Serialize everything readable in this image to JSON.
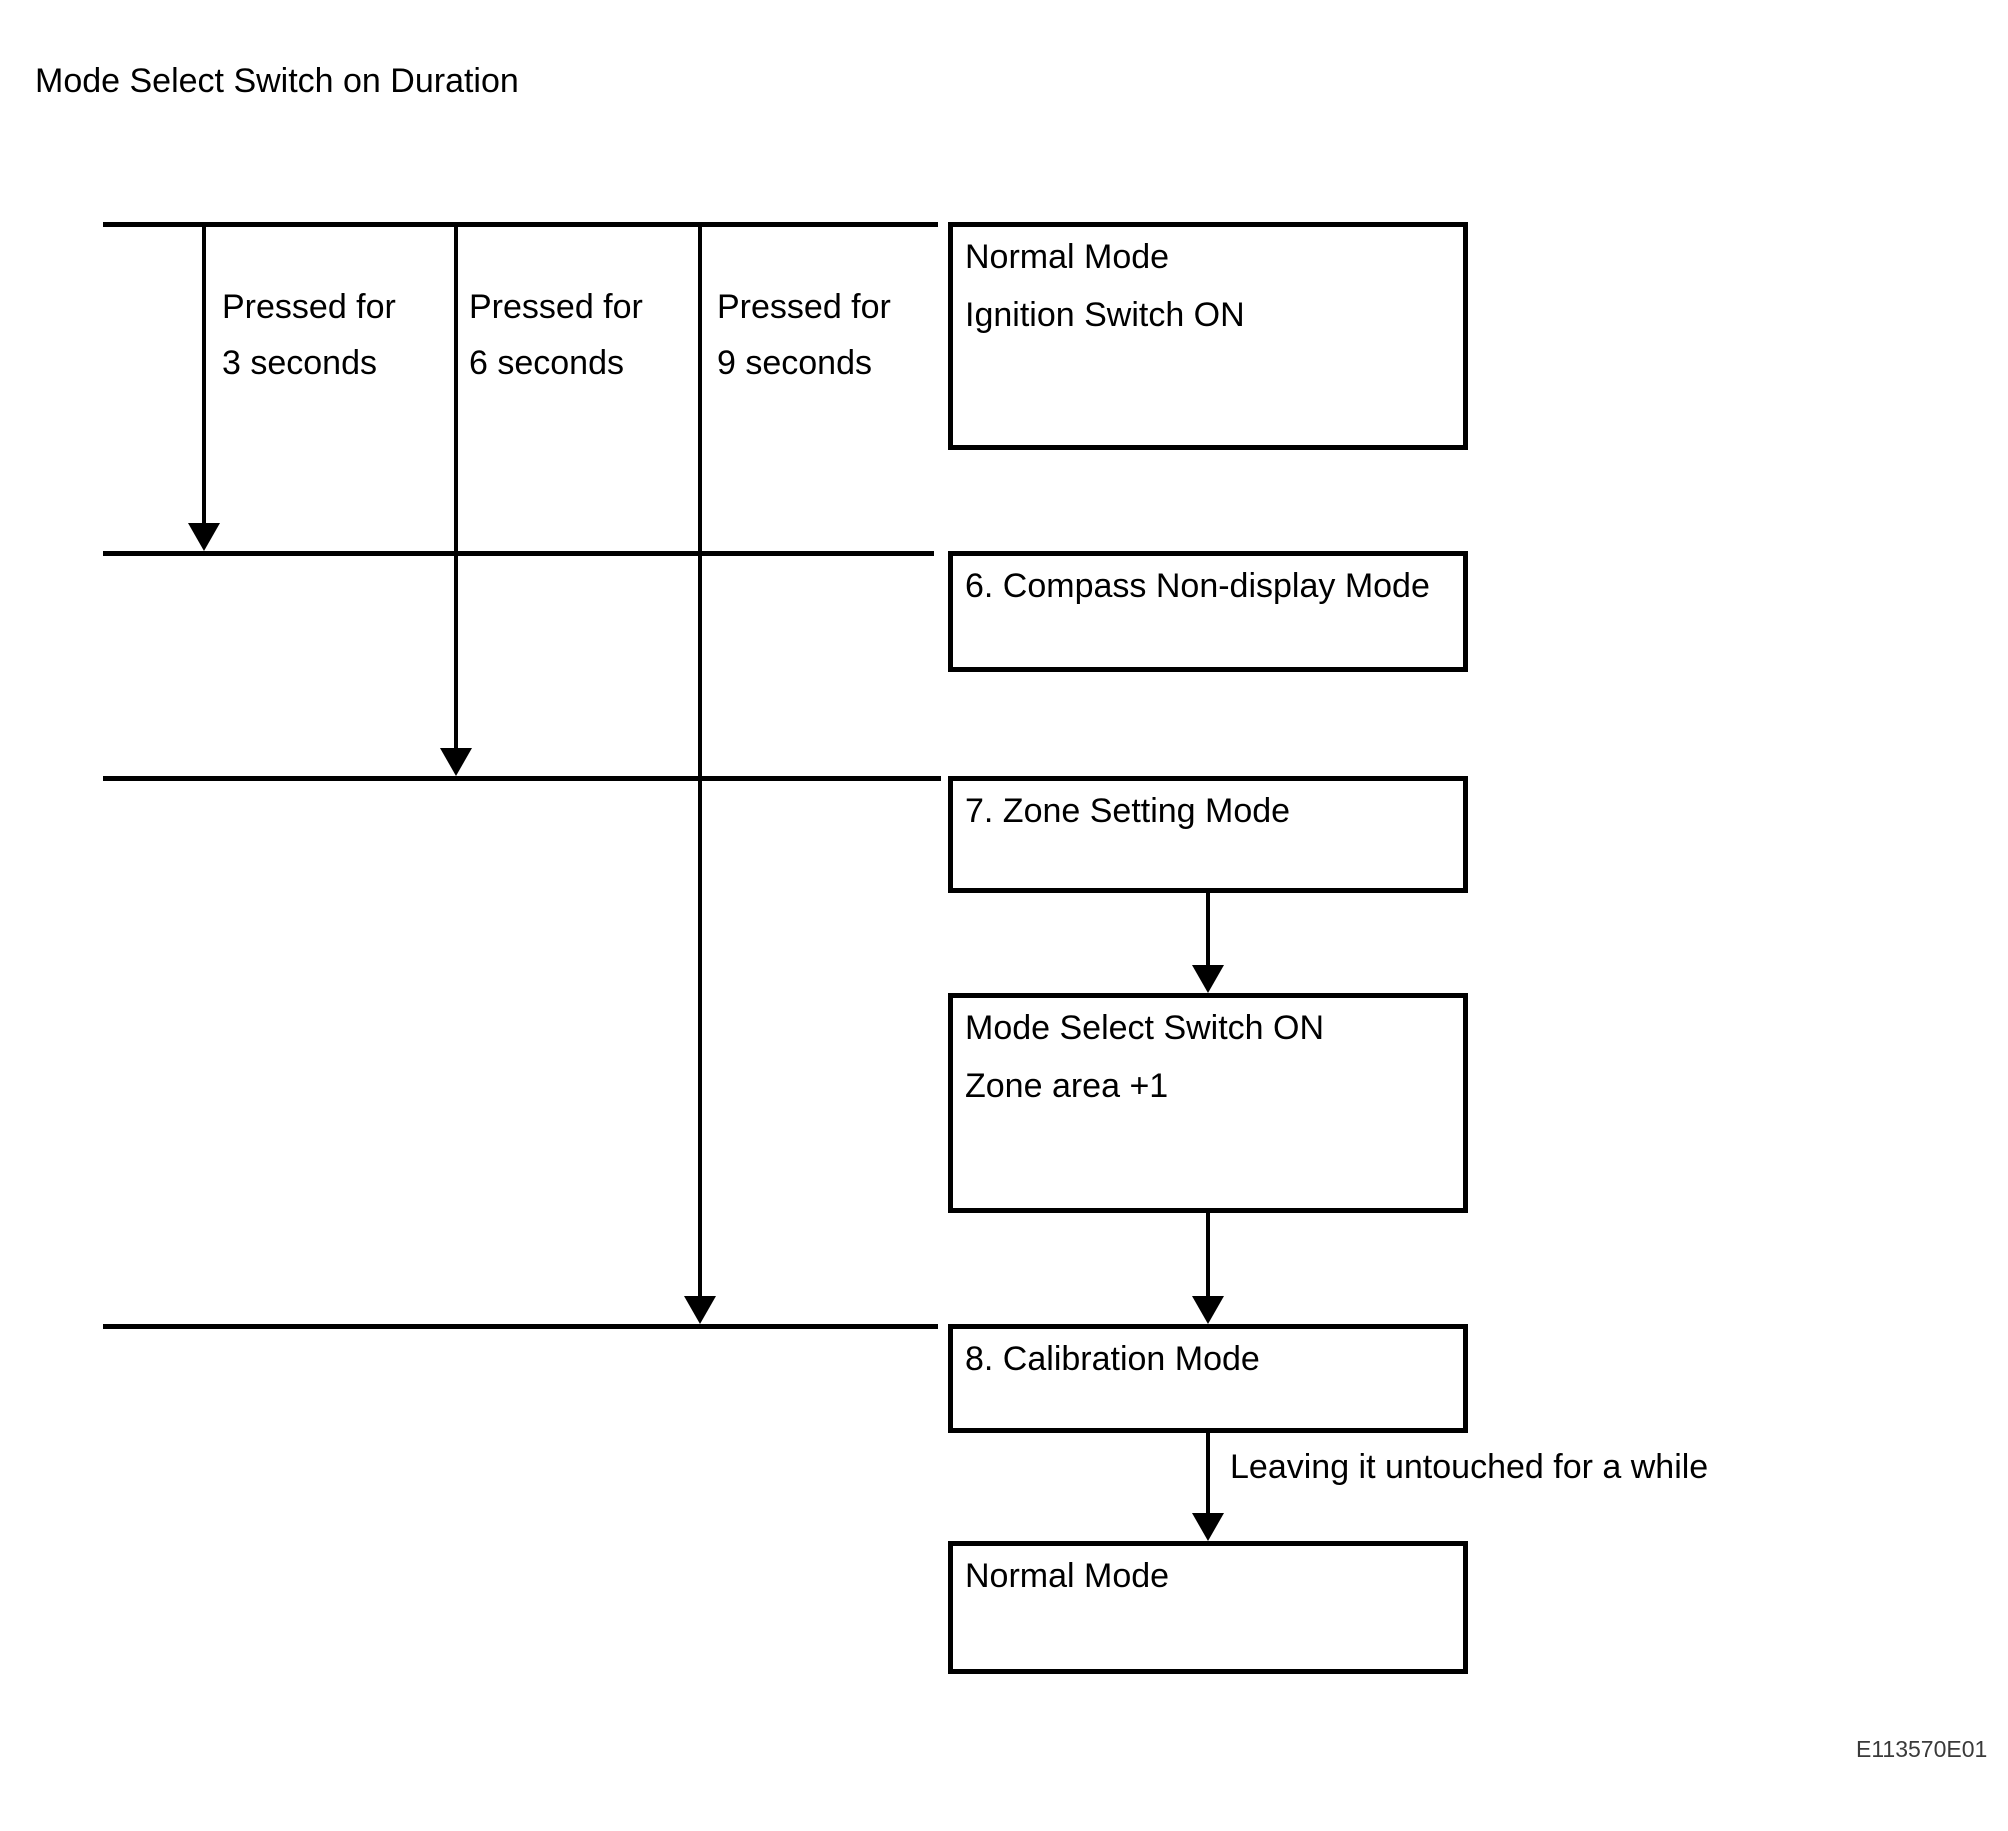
{
  "title": "Mode Select Switch on Duration",
  "figure_code": "E113570E01",
  "colors": {
    "line": "#000000",
    "background": "#ffffff",
    "figure_code_text": "#3a3a3a"
  },
  "duration_columns": [
    {
      "line1": "Pressed for",
      "line2": "3 seconds"
    },
    {
      "line1": "Pressed for",
      "line2": "6 seconds"
    },
    {
      "line1": "Pressed for",
      "line2": "9 seconds"
    }
  ],
  "boxes": [
    {
      "id": "normal-mode-start",
      "lines": [
        "Normal Mode",
        "Ignition Switch ON"
      ]
    },
    {
      "id": "compass-non-display-mode",
      "lines": [
        "6. Compass Non-display Mode"
      ]
    },
    {
      "id": "zone-setting-mode",
      "lines": [
        "7. Zone Setting Mode"
      ]
    },
    {
      "id": "mode-select-switch-on",
      "lines": [
        "Mode Select Switch ON",
        "Zone area +1"
      ]
    },
    {
      "id": "calibration-mode",
      "lines": [
        "8. Calibration Mode"
      ]
    },
    {
      "id": "normal-mode-end",
      "lines": [
        "Normal Mode"
      ]
    }
  ],
  "arrow_label": "Leaving it untouched for a while"
}
